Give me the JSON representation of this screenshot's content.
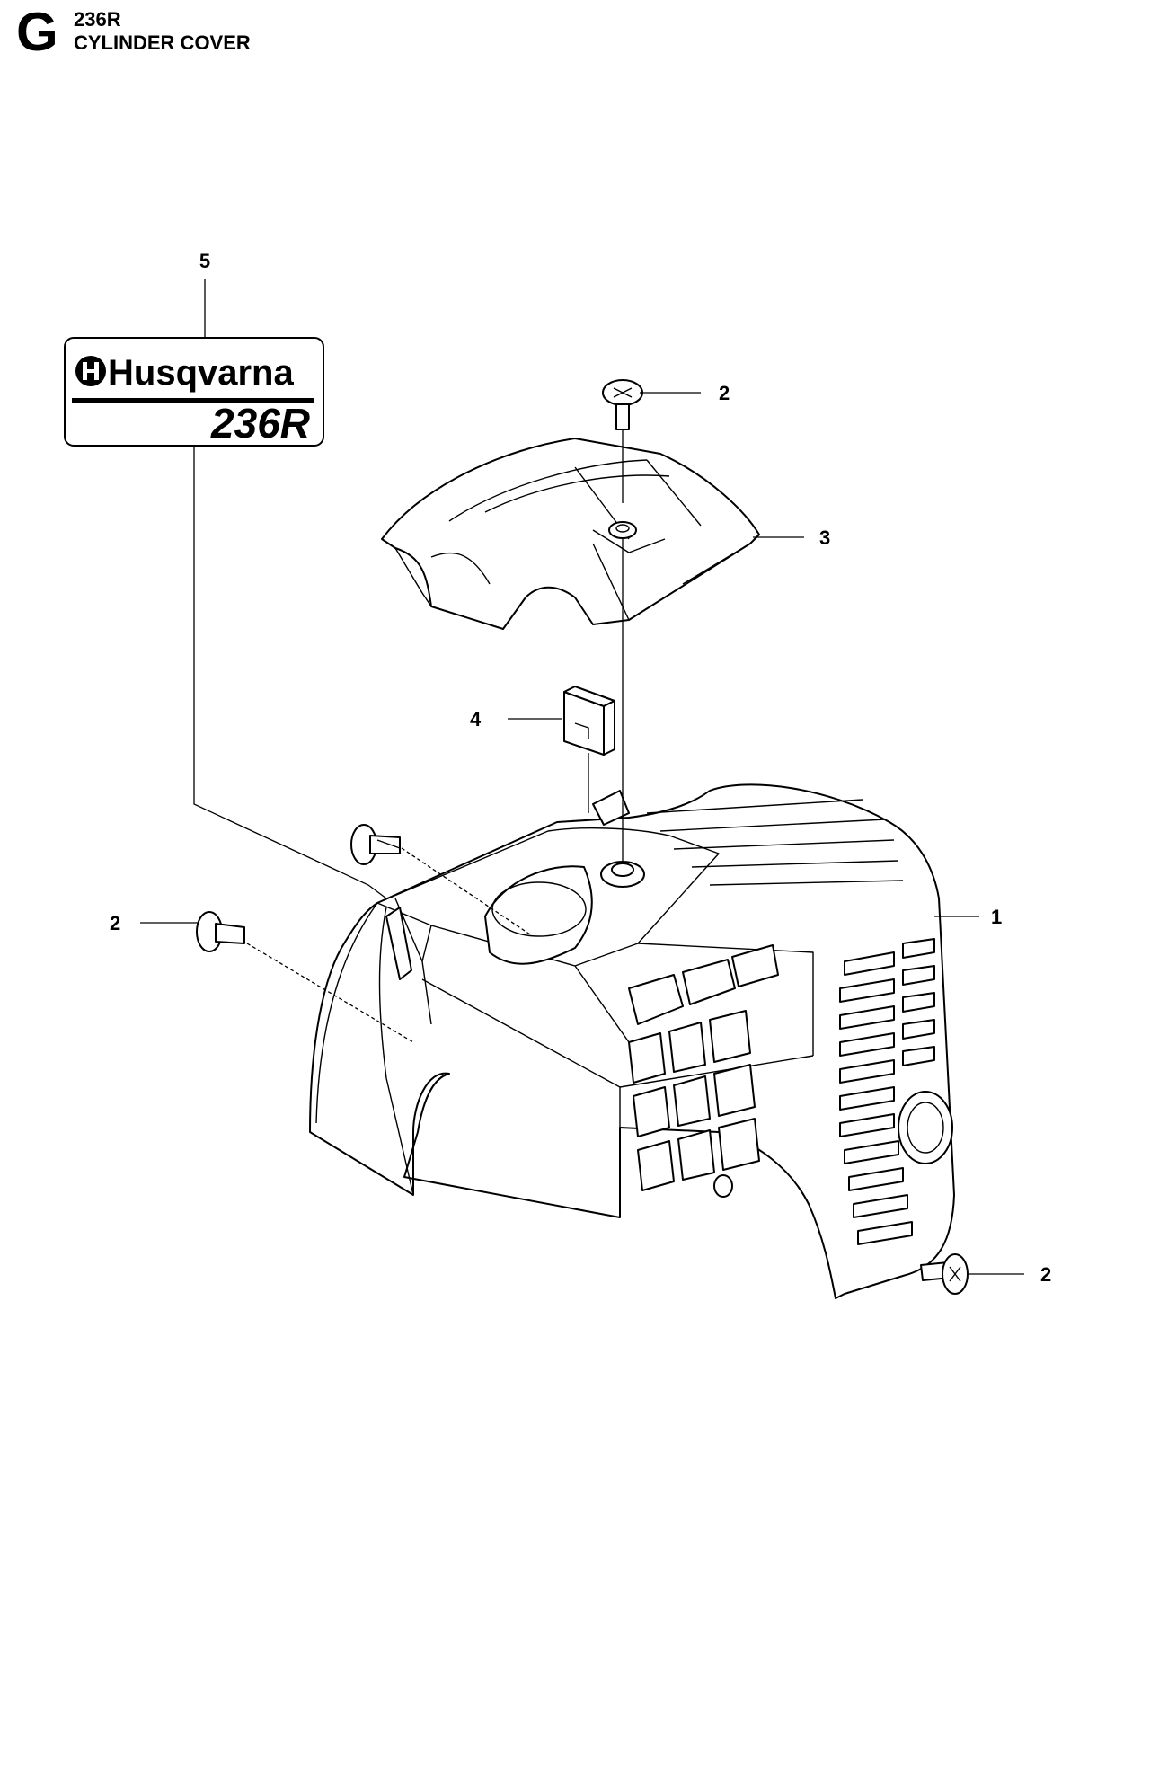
{
  "header": {
    "section_letter": "G",
    "model": "236R",
    "title": "CYLINDER COVER"
  },
  "decal": {
    "brand": "Husqvarna",
    "model": "236R"
  },
  "callouts": [
    {
      "id": "callout-1",
      "label": "1",
      "part": "cylinder-cover"
    },
    {
      "id": "callout-2a",
      "label": "2",
      "part": "screw-top"
    },
    {
      "id": "callout-2b",
      "label": "2",
      "part": "screw-left"
    },
    {
      "id": "callout-2c",
      "label": "2",
      "part": "screw-right"
    },
    {
      "id": "callout-3",
      "label": "3",
      "part": "top-cover"
    },
    {
      "id": "callout-4",
      "label": "4",
      "part": "spark-plug-pad"
    },
    {
      "id": "callout-5",
      "label": "5",
      "part": "decal"
    }
  ]
}
